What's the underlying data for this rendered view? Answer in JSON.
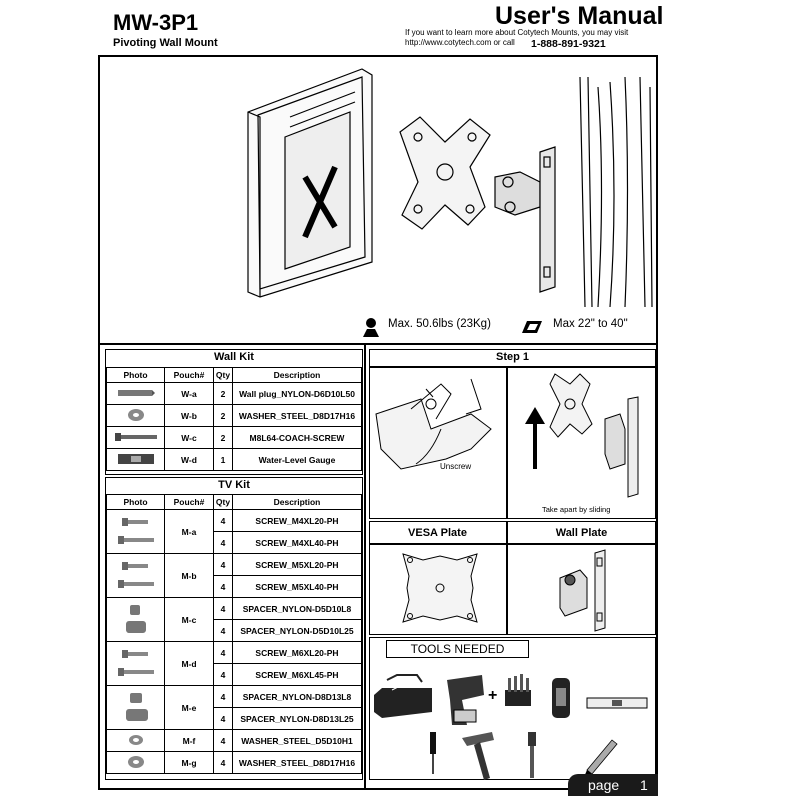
{
  "header": {
    "model": "MW-3P1",
    "subtitle": "Pivoting Wall Mount",
    "manual_title": "User's Manual",
    "info_line1": "If you want to learn more about Cotytech Mounts, you may visit",
    "info_line2": "http://www.cotytech.com or call",
    "phone": "1-888-891-9321"
  },
  "specs": {
    "max_weight": "Max. 50.6lbs (23Kg)",
    "max_size": "Max 22\" to 40\""
  },
  "wall_kit": {
    "title": "Wall Kit",
    "headers": {
      "photo": "Photo",
      "pouch": "Pouch#",
      "qty": "Qty",
      "desc": "Description"
    },
    "rows": [
      {
        "pouch": "W-a",
        "qty": "2",
        "desc": "Wall plug_NYLON-D6D10L50"
      },
      {
        "pouch": "W-b",
        "qty": "2",
        "desc": "WASHER_STEEL_D8D17H16"
      },
      {
        "pouch": "W-c",
        "qty": "2",
        "desc": "M8L64-COACH-SCREW"
      },
      {
        "pouch": "W-d",
        "qty": "1",
        "desc": "Water-Level Gauge"
      }
    ]
  },
  "tv_kit": {
    "title": "TV Kit",
    "headers": {
      "photo": "Photo",
      "pouch": "Pouch#",
      "qty": "Qty",
      "desc": "Description"
    },
    "groups": [
      {
        "pouch": "M-a",
        "rows": [
          {
            "qty": "4",
            "desc": "SCREW_M4XL20-PH"
          },
          {
            "qty": "4",
            "desc": "SCREW_M4XL40-PH"
          }
        ]
      },
      {
        "pouch": "M-b",
        "rows": [
          {
            "qty": "4",
            "desc": "SCREW_M5XL20-PH"
          },
          {
            "qty": "4",
            "desc": "SCREW_M5XL40-PH"
          }
        ]
      },
      {
        "pouch": "M-c",
        "rows": [
          {
            "qty": "4",
            "desc": "SPACER_NYLON-D5D10L8"
          },
          {
            "qty": "4",
            "desc": "SPACER_NYLON-D5D10L25"
          }
        ]
      },
      {
        "pouch": "M-d",
        "rows": [
          {
            "qty": "4",
            "desc": "SCREW_M6XL20-PH"
          },
          {
            "qty": "4",
            "desc": "SCREW_M6XL45-PH"
          }
        ]
      },
      {
        "pouch": "M-e",
        "rows": [
          {
            "qty": "4",
            "desc": "SPACER_NYLON-D8D13L8"
          },
          {
            "qty": "4",
            "desc": "SPACER_NYLON-D8D13L25"
          }
        ]
      },
      {
        "pouch": "M-f",
        "rows": [
          {
            "qty": "4",
            "desc": "WASHER_STEEL_D5D10H1"
          }
        ]
      },
      {
        "pouch": "M-g",
        "rows": [
          {
            "qty": "4",
            "desc": "WASHER_STEEL_D8D17H16"
          }
        ]
      }
    ]
  },
  "step1": {
    "title": "Step 1",
    "unscrew_label": "Unscrew",
    "slide_label": "Take apart by sliding",
    "vesa_label": "VESA Plate",
    "wallplate_label": "Wall Plate"
  },
  "tools": {
    "title": "TOOLS NEEDED",
    "plus": "+"
  },
  "footer": {
    "page_word": "page",
    "page_number": "1"
  }
}
